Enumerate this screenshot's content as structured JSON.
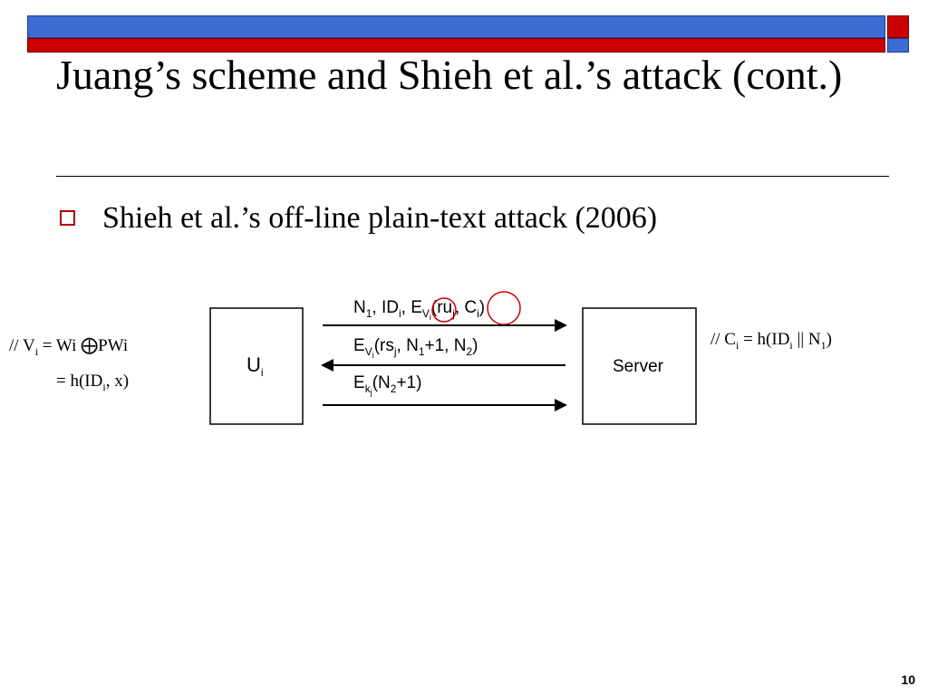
{
  "slide": {
    "title": "Juang’s scheme and Shieh et al.’s attack (cont.)",
    "bullet": "Shieh et al.’s off-line plain-text attack (2006)",
    "page_number": "10"
  },
  "diagram": {
    "left_box_label": "U",
    "left_box_sub": "i",
    "right_box_label": "Server",
    "messages": [
      {
        "direction": "right",
        "text": "N1, IDi, EVi(ruj, Ci)"
      },
      {
        "direction": "left",
        "text": "EVi(rsj, N1+1, N2)"
      },
      {
        "direction": "right",
        "text": "Ekj(N2+1)"
      }
    ],
    "highlight_color": "#cc0000"
  },
  "annotations": {
    "left_line1": "// Vi = Wi ⨁PWi",
    "left_line2": "= h(IDi, x)",
    "right_line1": "// Ci = h(IDi || N1)"
  },
  "theme": {
    "bar_blue": "#3d6bd1",
    "bar_red": "#cc0000",
    "bullet_color": "#b00000"
  }
}
